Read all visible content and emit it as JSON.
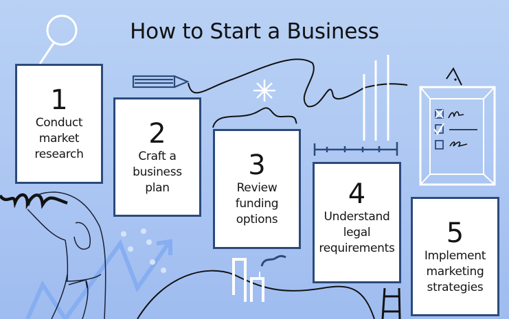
{
  "title": "How to Start a Business",
  "steps": [
    {
      "number": "1",
      "label": "Conduct\nmarket\nresearch"
    },
    {
      "number": "2",
      "label": "Craft a\nbusiness\nplan"
    },
    {
      "number": "3",
      "label": "Review\nfunding\noptions"
    },
    {
      "number": "4",
      "label": "Understand\nlegal\nrequirements"
    },
    {
      "number": "5",
      "label": "Implement\nmarketing\nstrategies"
    }
  ],
  "colors": {
    "background_top": "#b9d1f4",
    "background_bottom": "#9fbcf0",
    "card_border": "#2b4a7a",
    "card_fill": "#ffffff",
    "text": "#141414",
    "doodle_dark": "#1a1f33",
    "doodle_light": "#ffffff"
  },
  "illustrations": [
    "magnifying-glass",
    "pencil",
    "sparkle",
    "ruler",
    "checklist-frame",
    "person-stretching",
    "growth-arrow",
    "buildings",
    "ladder",
    "hill-line"
  ]
}
